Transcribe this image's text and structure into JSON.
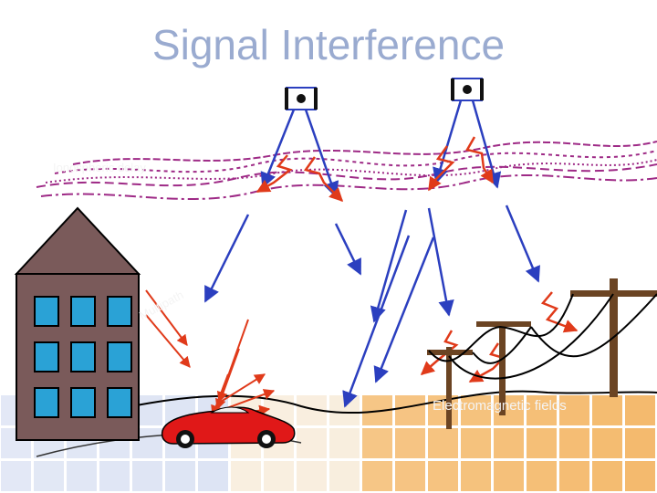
{
  "title": "Signal Interference",
  "labels": {
    "ionosphere": "Ionospheric delay",
    "multipath": "Multipath",
    "em_fields": "Electromagnetic fields"
  },
  "icons": [
    "satellite-icon",
    "building-icon",
    "car-icon",
    "power-pole-icon"
  ],
  "colors": {
    "title": "#9aabd0",
    "signal_arrow": "#2b3fbf",
    "interference": "#e03a1a",
    "atmosphere": "#9e2a86",
    "building": "#7a5a5a",
    "window": "#2aa2d6",
    "car": "#e01818",
    "ground_tiles": "#f3b35e"
  }
}
